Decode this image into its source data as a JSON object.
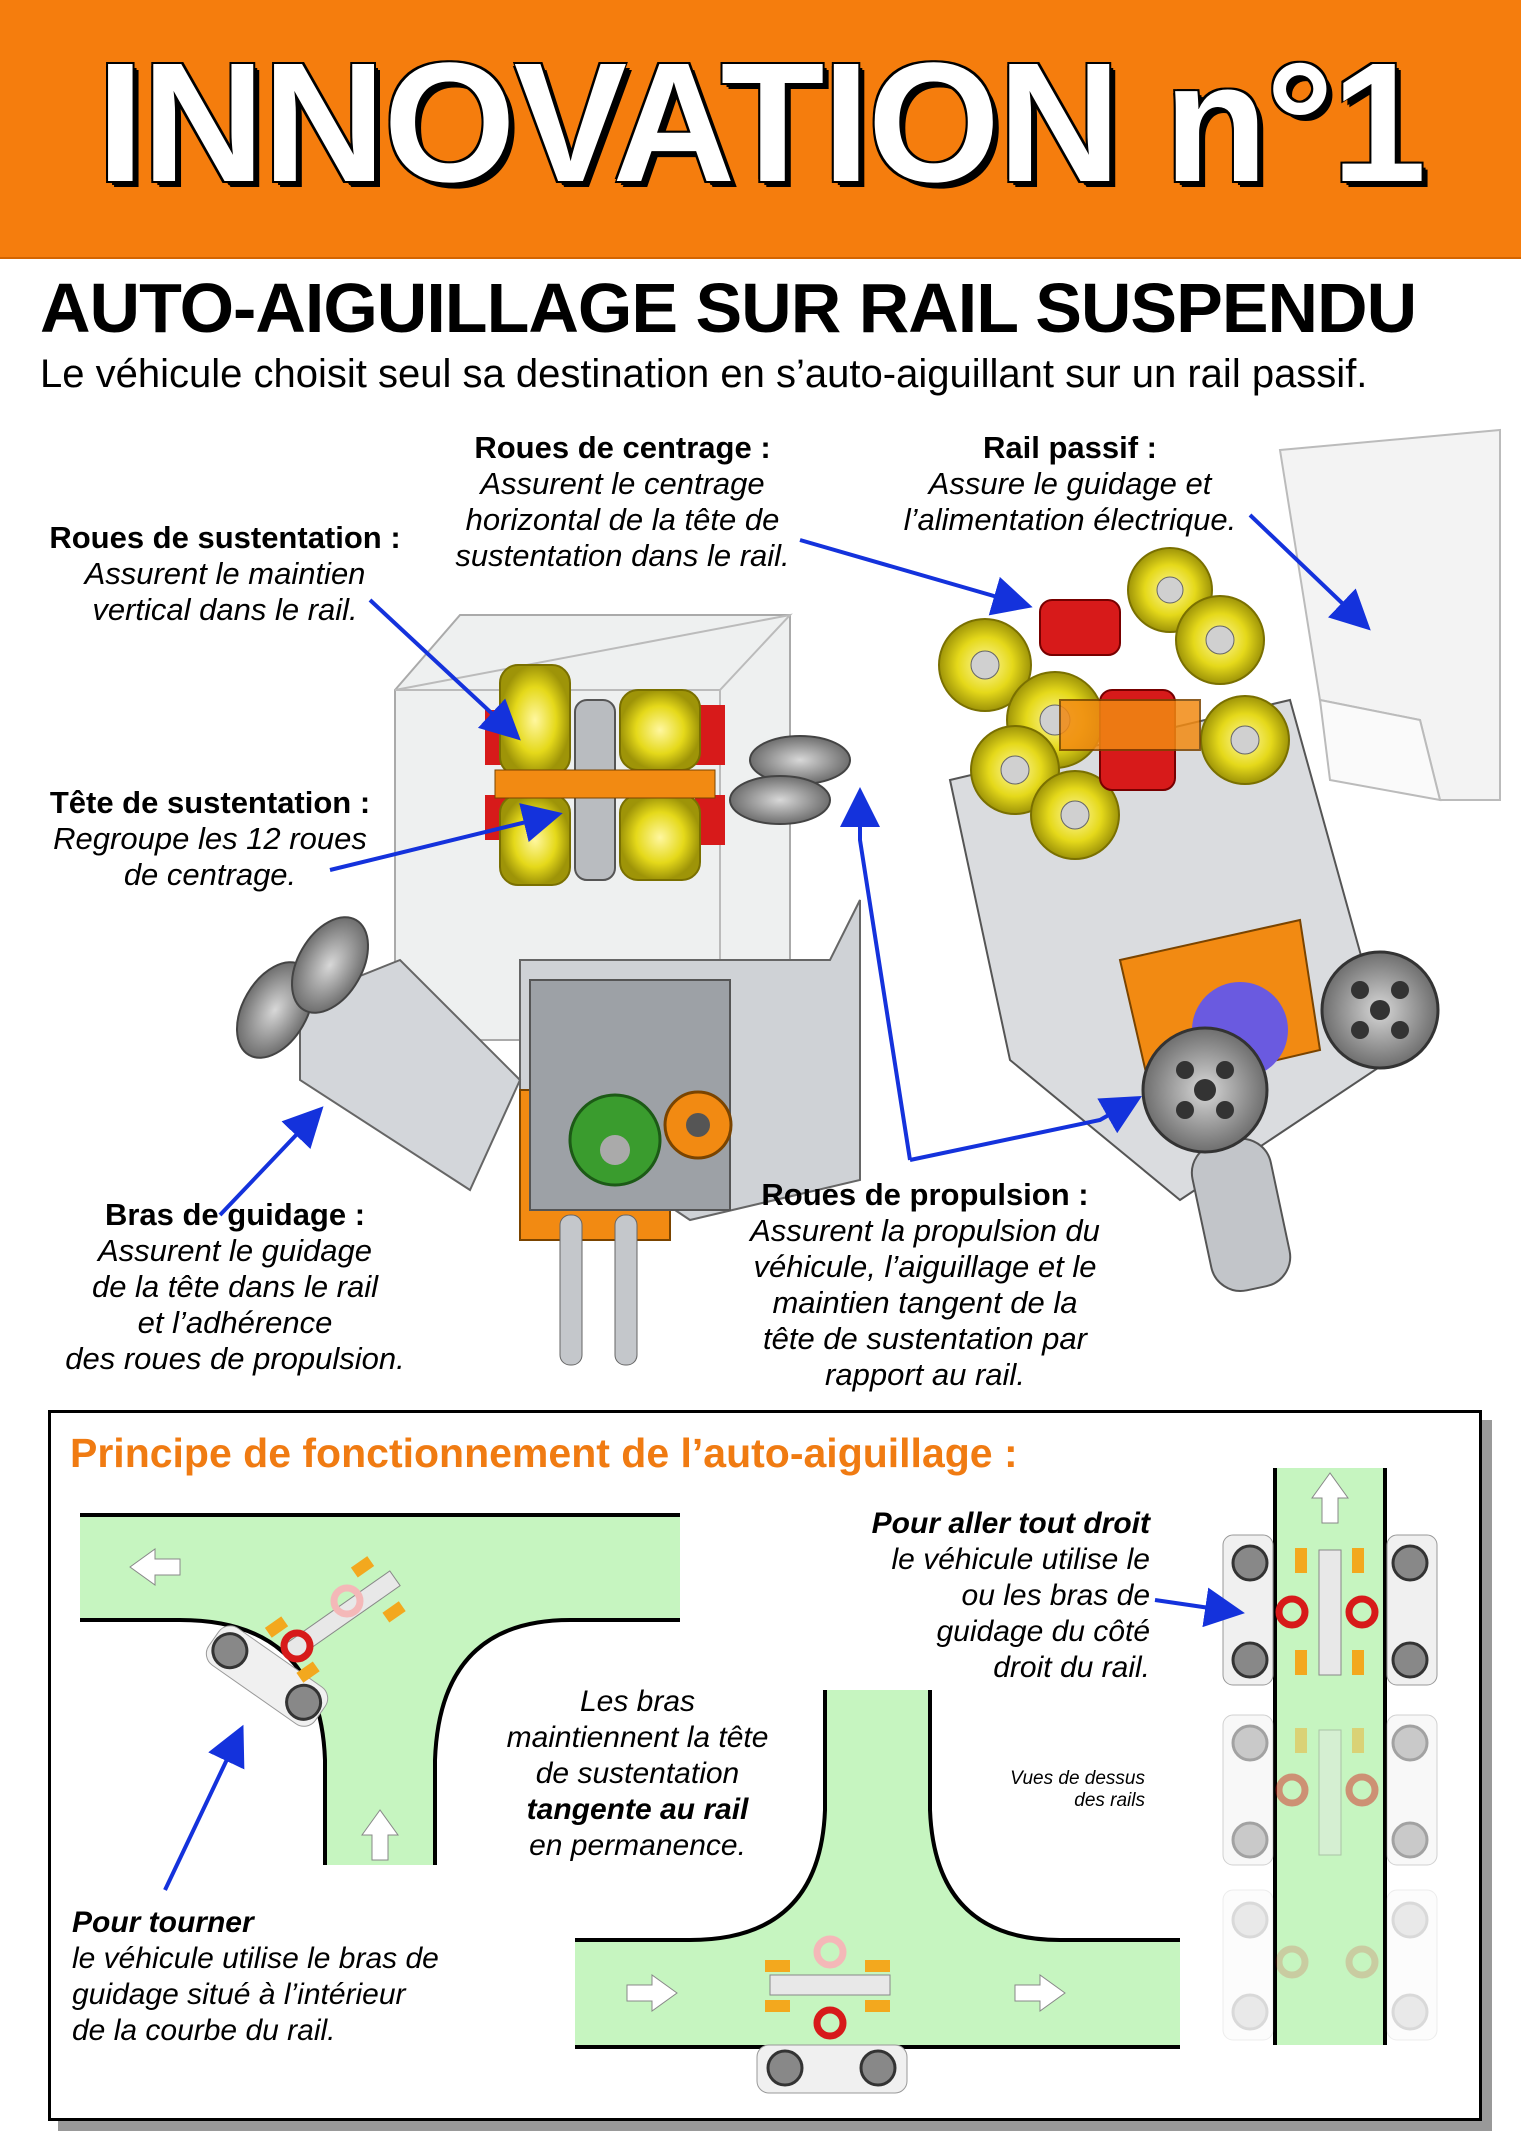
{
  "header": {
    "title": "INNOVATION n°1"
  },
  "subtitle": "AUTO-AIGUILLAGE SUR RAIL SUSPENDU",
  "lead": "Le véhicule choisit seul sa destination en s’auto-aiguillant sur un rail passif.",
  "callouts": {
    "centrage": {
      "title": "Roues de centrage :",
      "lines": [
        "Assurent le centrage",
        "horizontal de la tête de",
        "sustentation dans le rail."
      ]
    },
    "rail": {
      "title": "Rail passif :",
      "lines": [
        "Assure le guidage et",
        "l’alimentation électrique."
      ]
    },
    "sustentation": {
      "title": "Roues de sustentation :",
      "lines": [
        "Assurent le maintien",
        "vertical dans le rail."
      ]
    },
    "tete": {
      "title": "Tête de sustentation :",
      "lines": [
        "Regroupe les 12 roues",
        "de centrage."
      ]
    },
    "bras": {
      "title": "Bras de guidage :",
      "lines": [
        "Assurent le guidage",
        "de la tête dans le rail",
        "et l’adhérence",
        "des roues de propulsion."
      ]
    },
    "propulsion": {
      "title": "Roues de propulsion :",
      "lines": [
        "Assurent la propulsion du",
        "véhicule, l’aiguillage et le",
        "maintien tangent de la",
        "tête de sustentation par",
        "rapport au rail."
      ]
    }
  },
  "principle": {
    "title": "Principe de fonctionnement de l’auto-aiguillage :",
    "straight": {
      "bold": "Pour aller tout droit",
      "lines": [
        "le véhicule utilise le",
        "ou les bras de",
        "guidage du côté",
        "droit du rail."
      ]
    },
    "middle": {
      "lines": [
        "Les bras",
        "maintiennent la tête",
        "de sustentation"
      ],
      "bold": "tangente au rail",
      "last": "en permanence."
    },
    "turn": {
      "bold": "Pour tourner",
      "lines": [
        "le véhicule utilise le bras de",
        "guidage situé à l’intérieur",
        "de la courbe du rail."
      ]
    },
    "views": [
      "Vues de dessus",
      "des rails"
    ]
  },
  "colors": {
    "banner": "#f57d0d",
    "accent": "#f07b12",
    "arrow": "#1432dc",
    "rail_fill": "#c6f5c0",
    "wheel_yellow": "#e8dc1a",
    "wheel_red": "#d71a1a",
    "orange_part": "#f28a12"
  }
}
